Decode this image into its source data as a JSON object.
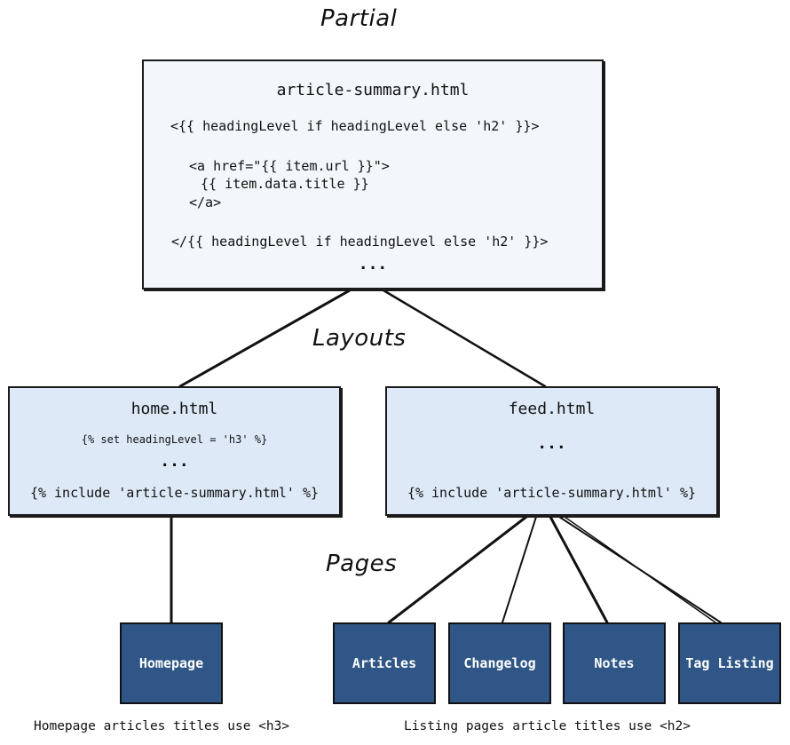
{
  "sections": {
    "partial": "Partial",
    "layouts": "Layouts",
    "pages": "Pages"
  },
  "partial": {
    "title": "article-summary.html",
    "lines": [
      "<{{ headingLevel if headingLevel else 'h2' }}>",
      "<a href=\"{{ item.url }}\">",
      " {{ item.data.title }}",
      "</a>",
      "</{{ headingLevel if headingLevel else 'h2' }}>"
    ],
    "ellipsis": "..."
  },
  "layouts": {
    "home": {
      "title": "home.html",
      "set_line": "{% set headingLevel = 'h3' %}",
      "ellipsis": "...",
      "include_line": "{% include 'article-summary.html' %}"
    },
    "feed": {
      "title": "feed.html",
      "ellipsis": "...",
      "include_line": "{% include 'article-summary.html' %}"
    }
  },
  "pages": {
    "homepage": "Homepage",
    "articles": "Articles",
    "changelog": "Changelog",
    "notes": "Notes",
    "tag_listing": "Tag Listing"
  },
  "captions": {
    "homepage": "Homepage articles titles use <h3>",
    "listing": "Listing pages article titles use <h2>"
  },
  "colors": {
    "partial_fill": "#f3f7fb",
    "layout_fill": "#dde9f7",
    "page_fill": "#2f5686",
    "stroke": "#1a1a1a"
  }
}
